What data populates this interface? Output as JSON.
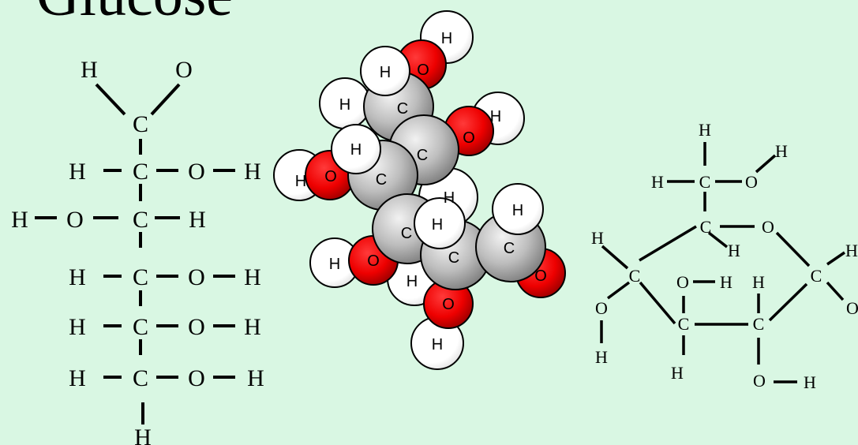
{
  "title": "Glucose",
  "colors": {
    "background": "#d9f7e3",
    "oxygen": "#ee0000",
    "carbon": "#bdbdbd",
    "hydrogen": "#ffffff"
  },
  "atom_symbols": {
    "carbon": "C",
    "hydrogen": "H",
    "oxygen": "O"
  }
}
